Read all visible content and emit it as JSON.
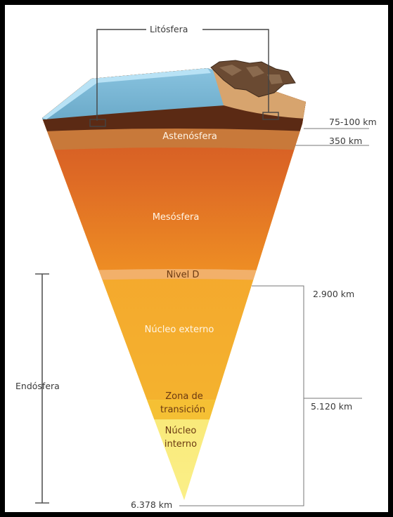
{
  "labels": {
    "litosfera": "Litósfera",
    "astenosfera": "Astenósfera",
    "mesosfera": "Mesósfera",
    "nivel_d": "Nivel D",
    "nucleo_externo": "Núcleo externo",
    "zona_de": "Zona de",
    "transicion": "transición",
    "nucleo": "Núcleo",
    "interno": "interno",
    "endosfera": "Endósfera"
  },
  "depths": {
    "d1": "75-100 km",
    "d2": "350 km",
    "d3": "2.900 km",
    "d4": "5.120 km",
    "d5": "6.378 km"
  },
  "colors": {
    "ocean": "#7fb8d6",
    "ocean_edge": "#9fd2ee",
    "continent": "#d8a872",
    "rock": "#5a4030",
    "crust": "#5a2a12",
    "astenosfera": "#c97a3a",
    "mesosfera_top": "#c9502a",
    "mesosfera_bottom": "#ec8a22",
    "nivel_d": "#f2b26a",
    "nucleo_externo": "#f19a2a",
    "zona_transicion": "#f5c133",
    "nucleo_interno": "#f7de4e",
    "lines": "#777777"
  }
}
